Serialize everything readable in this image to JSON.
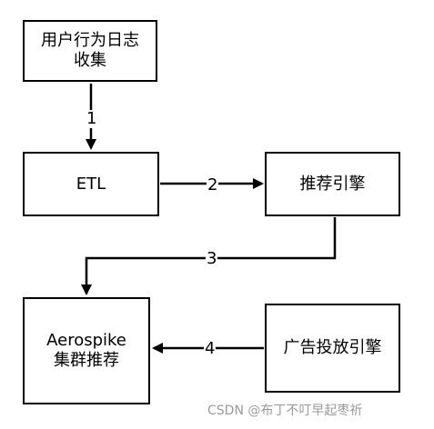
{
  "nodes": {
    "log": {
      "line1": "用户行为日志",
      "line2": "收集"
    },
    "etl": {
      "label": "ETL"
    },
    "recommend": {
      "label": "推荐引擎"
    },
    "aerospike": {
      "line1": "Aerospike",
      "line2": "集群推荐"
    },
    "ad": {
      "label": "广告投放引擎"
    }
  },
  "edges": {
    "e1": "1",
    "e2": "2",
    "e3": "3",
    "e4": "4"
  },
  "watermark": "CSDN @布丁不叮早起枣祈",
  "colors": {
    "stroke": "#000000",
    "background": "#ffffff",
    "watermark": "#9a9a9a"
  }
}
